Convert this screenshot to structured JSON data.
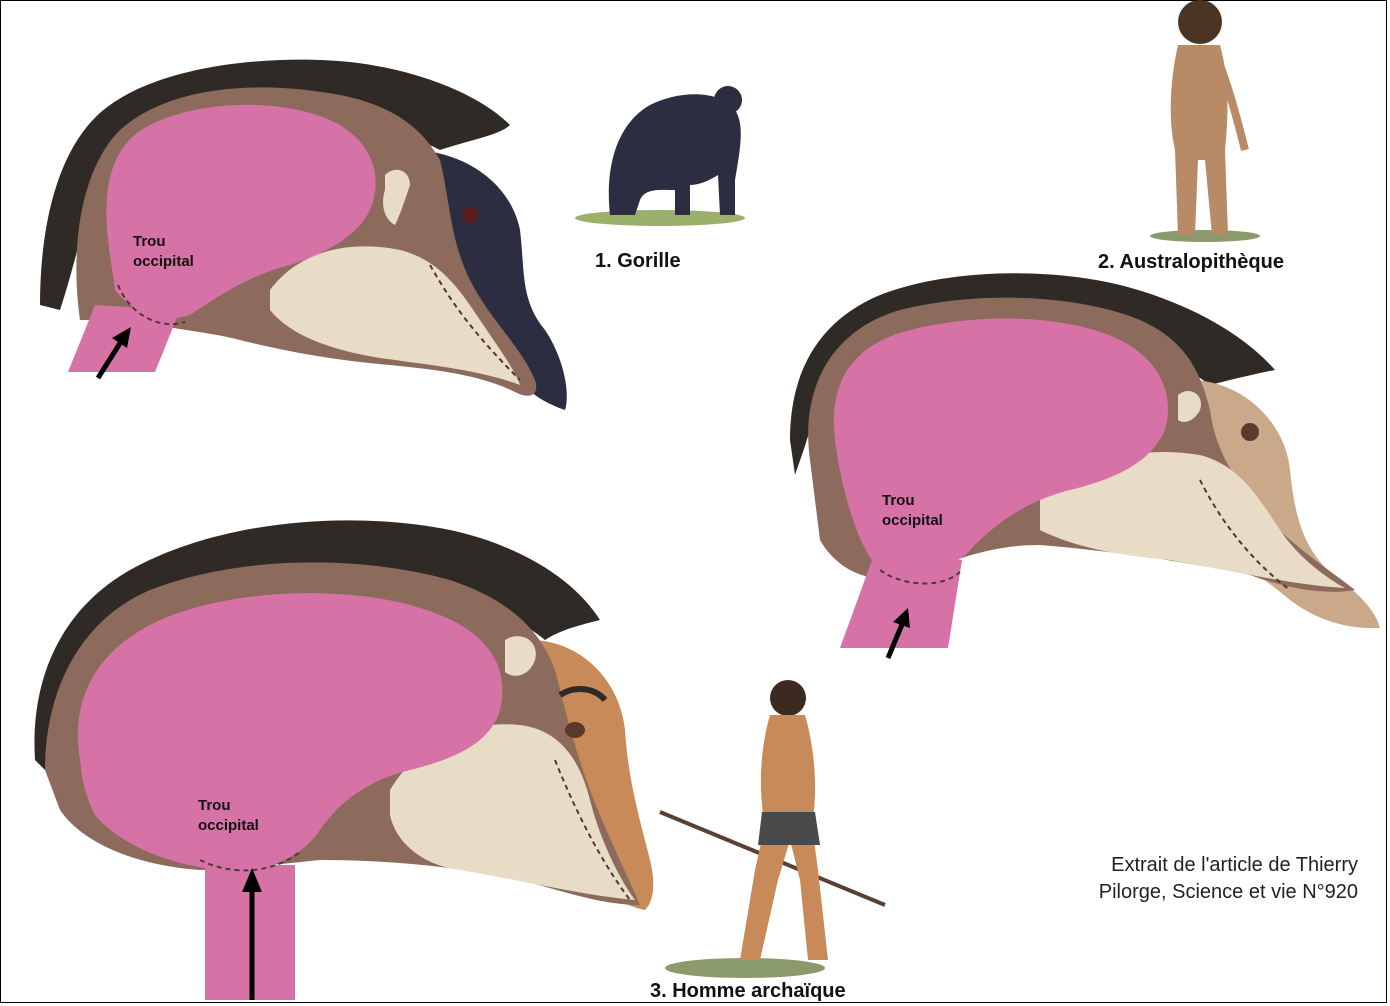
{
  "species": {
    "gorilla": "1. Gorille",
    "australopithecus": "2. Australopithèque",
    "archaic_human": "3. Homme archaïque"
  },
  "skull_labels": {
    "gorilla": [
      "Trou",
      "occipital"
    ],
    "australopithecus": [
      "Trou",
      "occipital"
    ],
    "archaic_human": [
      "Trou",
      "occipital"
    ]
  },
  "credit": {
    "line1": "Extrait de l'article de Thierry",
    "line2": "Pilorge, Science et vie N°920"
  },
  "colors": {
    "brain": "#d672a6",
    "bone": "#8c6a5c",
    "face": "#e9dcc6",
    "hair": "#2f2a26",
    "gorilla_fur": "#2c2d40",
    "skin": "#c98a5a"
  }
}
